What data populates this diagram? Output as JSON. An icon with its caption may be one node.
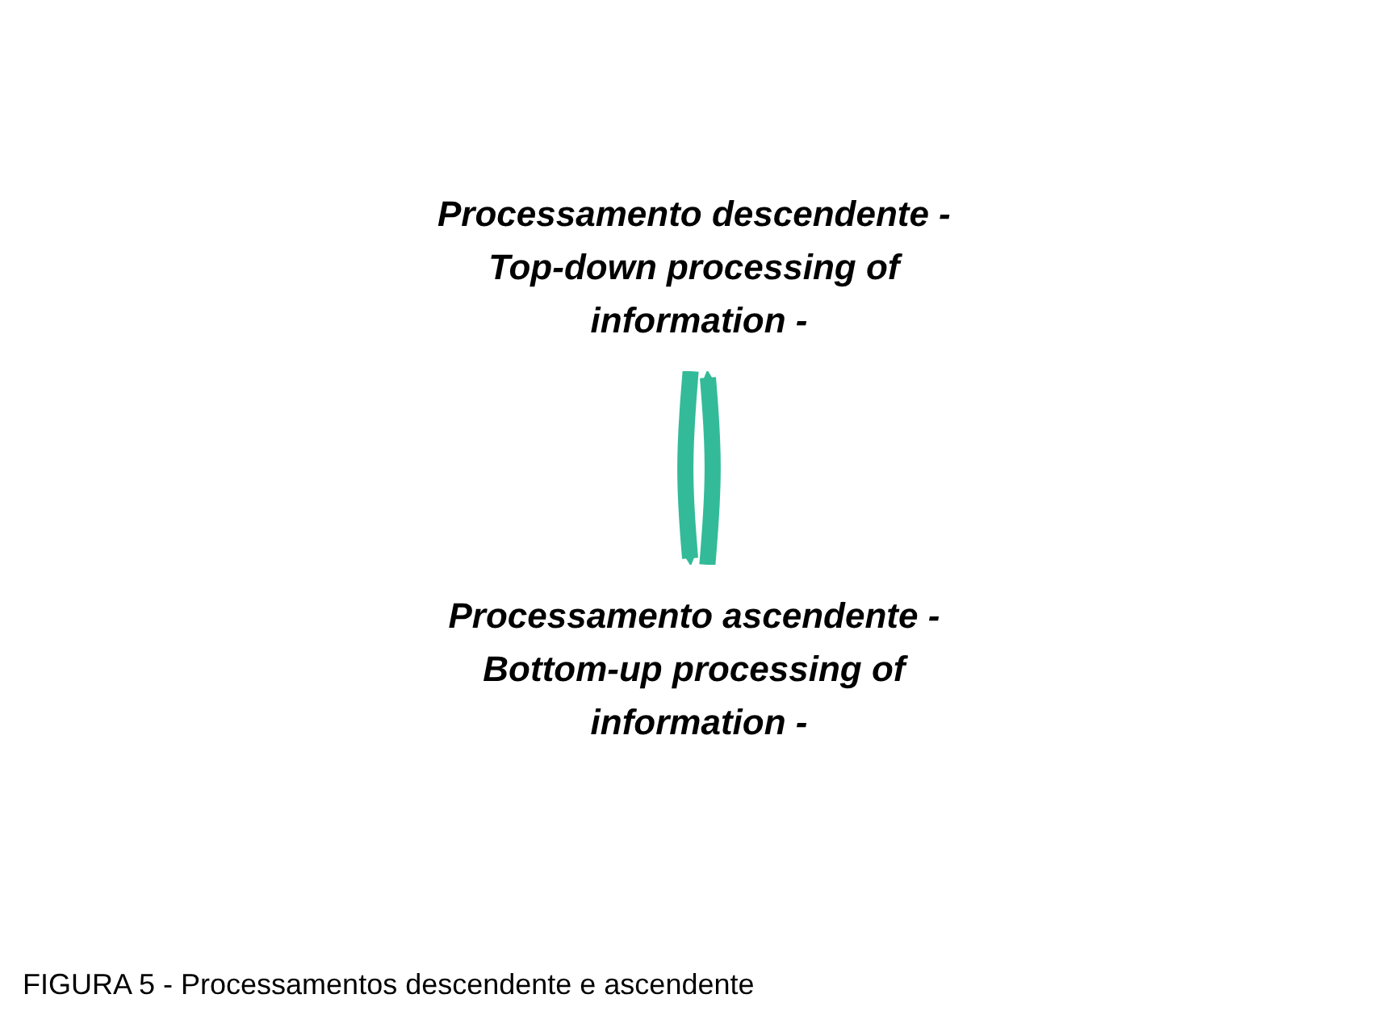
{
  "diagram": {
    "caption": "FIGURA 5 - Processamentos descendente e ascendente",
    "nodes": [
      {
        "text": [
          "Processamento descendente - Top-down processing of information -"
        ]
      },
      {
        "text": [
          "Processamento ascendente - Bottom-up processing of information -"
        ]
      }
    ],
    "edges": [
      {
        "from": 0,
        "to": 1,
        "arrow": "to"
      },
      {
        "from": 1,
        "to": 0,
        "arrow": "to"
      }
    ]
  }
}
